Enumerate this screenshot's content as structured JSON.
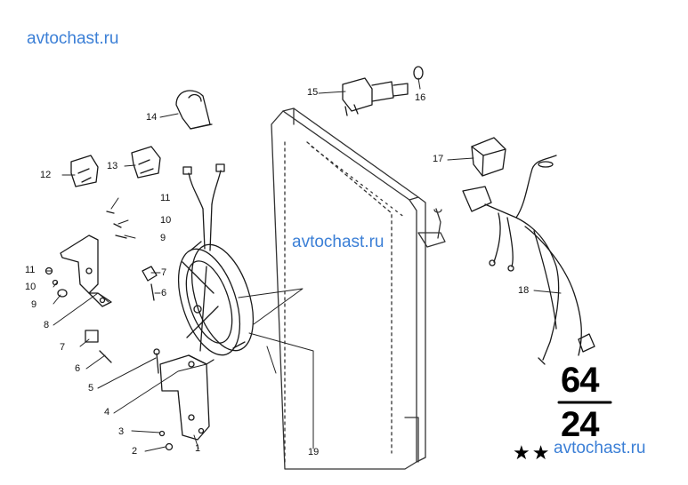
{
  "watermark": "avtochast.ru",
  "group": {
    "top": "64",
    "bottom": "24"
  },
  "stars": "★★",
  "callouts": [
    "1",
    "2",
    "3",
    "4",
    "5",
    "6",
    "7",
    "8",
    "9",
    "10",
    "11",
    "12",
    "13",
    "14",
    "15",
    "16",
    "17",
    "18",
    "19"
  ]
}
